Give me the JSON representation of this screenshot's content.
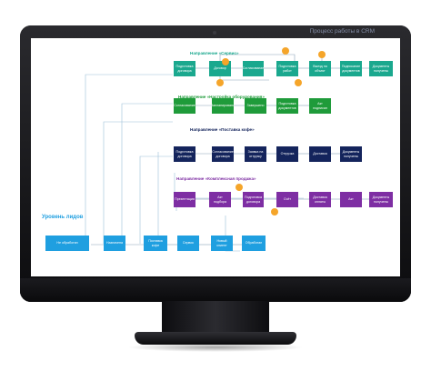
{
  "caption": "Процесс работы в CRM",
  "lead_level_label": "Уровень лидов",
  "sections": [
    {
      "key": "service",
      "title": "Направление «Сервис»",
      "color": "#1aa88e",
      "nodes": [
        "Подготовка договора",
        "Договор",
        "Согласование",
        "Подготовка работ",
        "Выезд на объект",
        "Подписание документов",
        "Документы получены"
      ]
    },
    {
      "key": "equipment",
      "title": "Направление «Настройка оборудования»",
      "color": "#1f9b3a",
      "nodes": [
        "Согласование",
        "Запланировано",
        "Завершено",
        "Подготовка документов",
        "Акт подписан"
      ]
    },
    {
      "key": "coffee",
      "title": "Направление «Поставка кофе»",
      "color": "#14245c",
      "nodes": [
        "Подготовка договора",
        "Согласование договора",
        "Заявка на отгрузку",
        "Отгрузка",
        "Доставка",
        "Документы получены"
      ]
    },
    {
      "key": "complex",
      "title": "Направление «Комплексная продажа»",
      "color": "#7e2ea3",
      "nodes": [
        "Презентация",
        "Акт подбора",
        "Подготовка договора",
        "Счёт",
        "Доставка оплаты",
        "Акт",
        "Документы получены"
      ]
    }
  ],
  "leads": {
    "nodes": [
      "Не обработан",
      "Назначена",
      "Поставка кофе",
      "Сервис",
      "Новый клиент",
      "Обработан"
    ],
    "color": "#1f9fe0"
  },
  "accent": "#f5a52a"
}
